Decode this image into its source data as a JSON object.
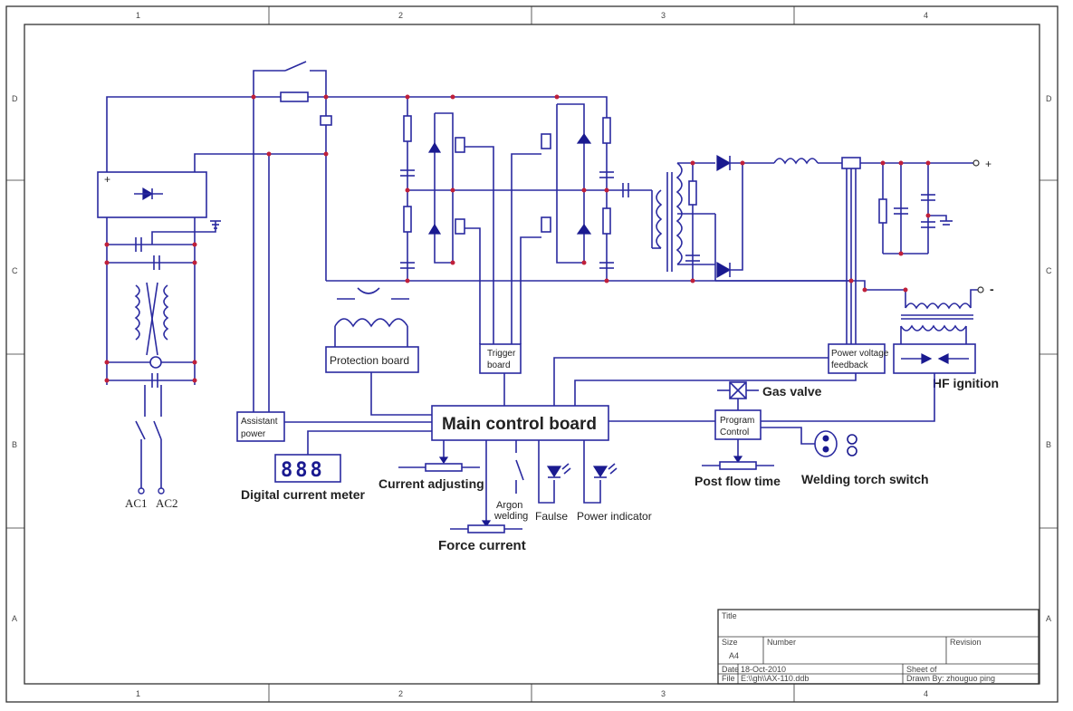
{
  "frame": {
    "columns": [
      "1",
      "2",
      "3",
      "4"
    ],
    "rows": [
      "D",
      "C",
      "B",
      "A"
    ]
  },
  "labels": {
    "protection_board": "Protection board",
    "trigger_board": [
      "Trigger",
      "board"
    ],
    "power_voltage_feedback": [
      "Power voltage",
      "feedback"
    ],
    "hf_ignition": "HF ignition",
    "gas_valve": "Gas valve",
    "program_control": [
      "Program",
      "Control"
    ],
    "post_flow_time": "Post flow time",
    "welding_torch_switch": "Welding torch switch",
    "main_control_board": "Main control board",
    "assistant_power": [
      "Assistant",
      "power"
    ],
    "digital_current_meter": "Digital current meter",
    "meter_display": "888",
    "current_adjusting": "Current adjusting",
    "argon_welding": [
      "Argon",
      "welding"
    ],
    "faulse": "Faulse",
    "power_indicator": "Power indicator",
    "force_current": "Force current",
    "ac1": "AC1",
    "ac2": "AC2",
    "output_plus": "+",
    "output_minus": "-",
    "bridge_plus": "+"
  },
  "title_block": {
    "title": "Title",
    "size": "Size",
    "size_value": "A4",
    "number": "Number",
    "revision": "Revision",
    "date": "Date",
    "date_value": "18-Oct-2010",
    "sheet": "Sheet    of",
    "file": "File",
    "file_value": "E:\\\\gh\\\\AX-110.ddb",
    "drawn_by": "Drawn By:  zhouguo ping"
  },
  "colors": {
    "wire": "#2a2aa0",
    "junction": "#c0203a",
    "frame": "#333333"
  }
}
